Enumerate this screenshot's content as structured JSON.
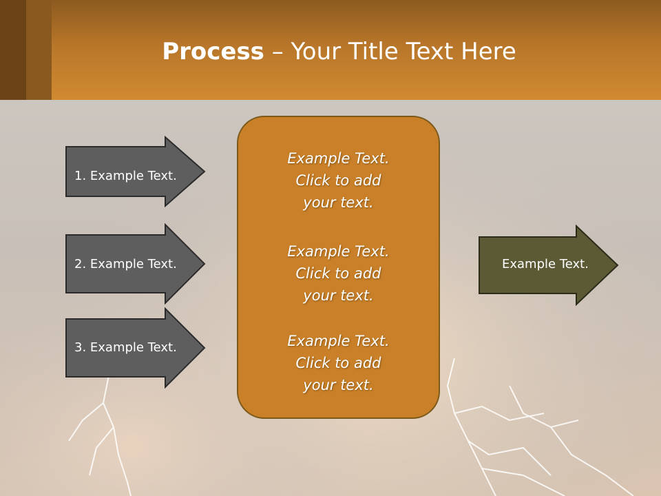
{
  "slide": {
    "title_bold": "Process",
    "title_rest": " – Your Title Text Here"
  },
  "left_arrows": [
    {
      "label": "1. Example Text."
    },
    {
      "label": "2. Example Text."
    },
    {
      "label": "3. Example Text."
    }
  ],
  "center_box": {
    "items": [
      {
        "text": "Example Text.\nClick  to add\nyour text."
      },
      {
        "text": "Example Text.\nClick  to add\nyour text."
      },
      {
        "text": "Example Text.\nClick  to add\nyour text."
      }
    ]
  },
  "right_arrow": {
    "label": "Example Text."
  },
  "colors": {
    "header": "#c98028",
    "left_arrow_fill": "#5e5e5e",
    "right_arrow_fill": "#5b5a35",
    "center_fill": "#c98028"
  }
}
